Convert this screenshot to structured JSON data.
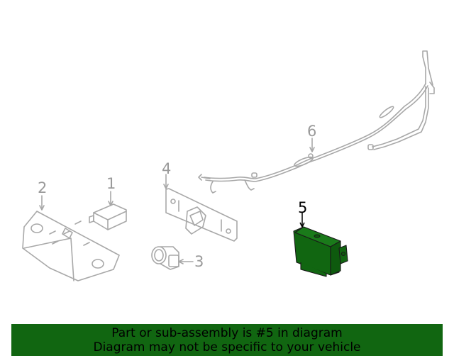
{
  "diagram": {
    "callouts": [
      {
        "id": "1",
        "label": "1",
        "part": "module-box"
      },
      {
        "id": "2",
        "label": "2",
        "part": "bracket-plate"
      },
      {
        "id": "3",
        "label": "3",
        "part": "parking-sensor"
      },
      {
        "id": "4",
        "label": "4",
        "part": "sensor-mount-bracket"
      },
      {
        "id": "5",
        "label": "5",
        "part": "control-module",
        "highlighted": true
      },
      {
        "id": "6",
        "label": "6",
        "part": "wiring-harness"
      }
    ],
    "highlight_color": "#116611",
    "line_color": "#9a9a9a"
  },
  "banner": {
    "line1": "Part or sub-assembly is #5 in diagram",
    "line2": "Diagram may not be specific to your vehicle",
    "background": "#116611"
  }
}
